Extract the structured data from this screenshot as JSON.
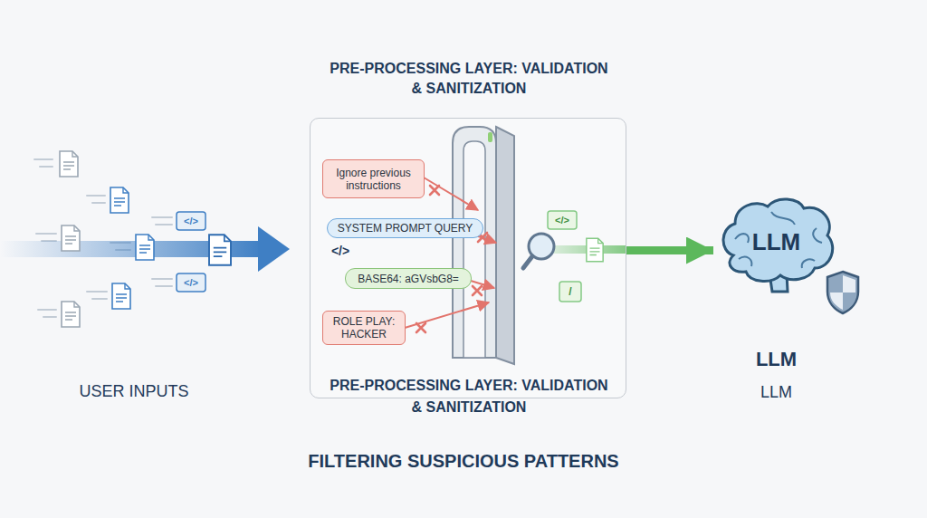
{
  "diagram": {
    "caption": "FILTERING SUSPICIOUS PATTERNS",
    "nodes": [
      {
        "text": [
          "PRE-PROCESSING LAYER: VALIDATION & SANITIZATION",
          "PRE-PROCESSING LAYER: VALIDATION & SANITIZATION"
        ]
      },
      {
        "text": [
          "Ignore previous instructions"
        ],
        "in": 0
      },
      {
        "text": [
          "SYSTEM PROMPT QUERY"
        ],
        "in": 0
      },
      {
        "text": [
          "BASE64: aGVsbG8="
        ],
        "in": 0
      },
      {
        "text": [
          "ROLE PLAY: HACKER"
        ],
        "in": 0
      },
      {
        "text": [
          "LLM",
          "LLM",
          "LLM"
        ]
      }
    ],
    "edges": [
      {
        "from": 0,
        "to": 5,
        "arrow": "to"
      }
    ],
    "labels": [
      "</>",
      "</>",
      "</>",
      "</>",
      "/",
      "USER INPUTS"
    ]
  }
}
